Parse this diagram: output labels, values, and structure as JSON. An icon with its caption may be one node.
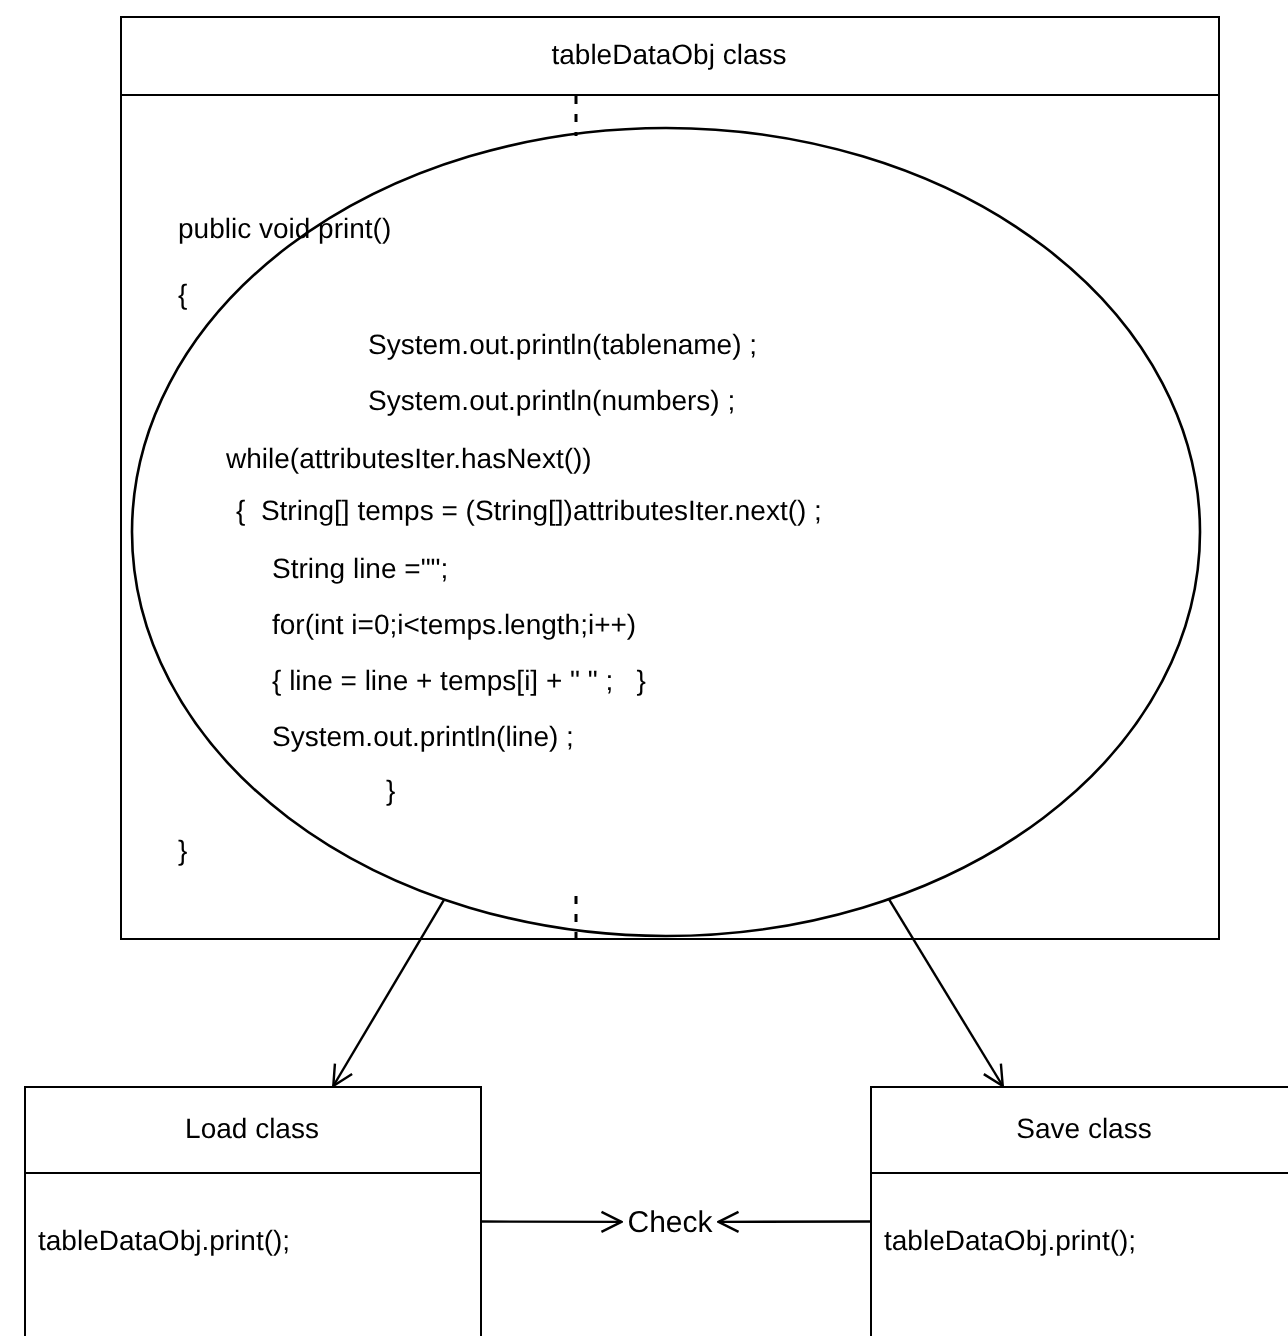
{
  "diagram": {
    "nodes": [
      {
        "text": [
          "tableDataObj class"
        ]
      },
      {
        "text": [
          "public void print()",
          "{",
          "System.out.println(tablename) ;",
          "System.out.println(numbers) ;",
          "while(attributesIter.hasNext())",
          "{  String[] temps = (String[])attributesIter.next() ;",
          "String line =\"\";",
          "for(int i=0;i<temps.length;i++)",
          "{ line = line + temps[i] + \" \" ;   }",
          "System.out.println(line) ;",
          "}",
          "}"
        ],
        "in": 0
      },
      {
        "text": [
          "Load class",
          "tableDataObj.print();"
        ]
      },
      {
        "text": [
          "Check"
        ]
      },
      {
        "text": [
          "Save class",
          "tableDataObj.print();"
        ]
      }
    ],
    "edges": [
      {
        "from": 1,
        "to": 2,
        "arrow": "to"
      },
      {
        "from": 1,
        "to": 4,
        "arrow": "to"
      },
      {
        "from": 2,
        "to": 3,
        "arrow": "to"
      },
      {
        "from": 4,
        "to": 3,
        "arrow": "to"
      }
    ]
  }
}
